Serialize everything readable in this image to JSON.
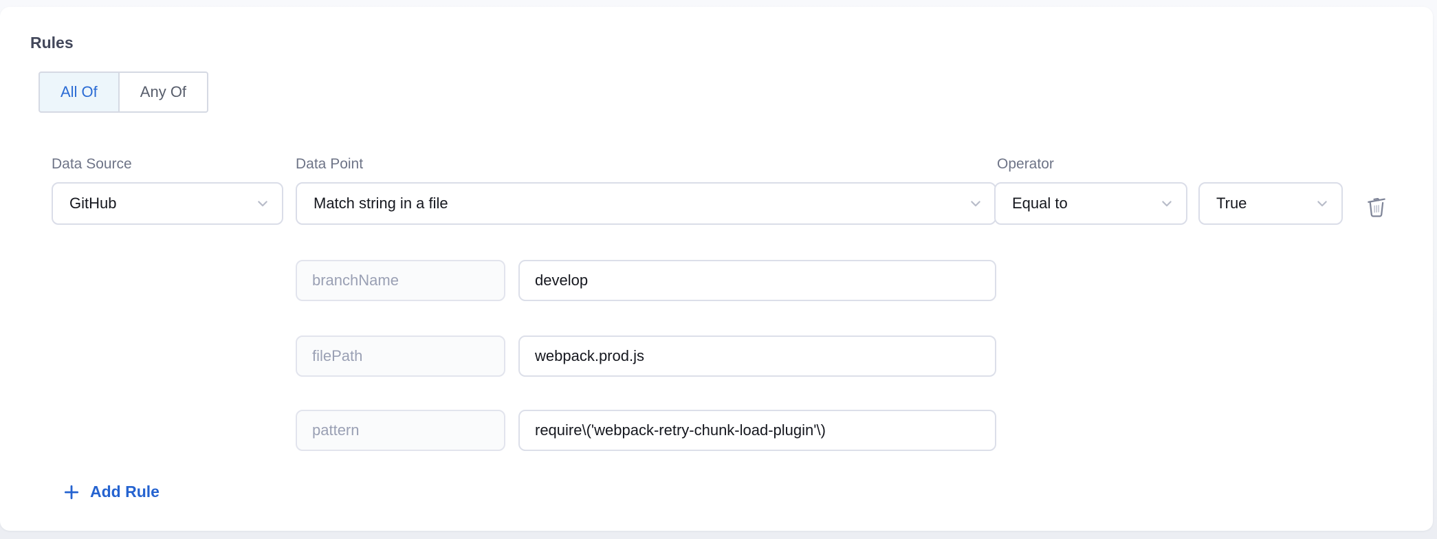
{
  "rules": {
    "heading": "Rules",
    "match_mode": {
      "all_of_label": "All Of",
      "any_of_label": "Any Of",
      "selected": "All Of"
    }
  },
  "rule": {
    "data_source": {
      "label": "Data Source",
      "value": "GitHub"
    },
    "data_point": {
      "label": "Data Point",
      "value": "Match string in a file"
    },
    "operator": {
      "label": "Operator",
      "value": "Equal to"
    },
    "expected_value": {
      "value": "True"
    },
    "delete_icon": "trash-icon",
    "params": [
      {
        "key": "branchName",
        "value": "develop"
      },
      {
        "key": "filePath",
        "value": "webpack.prod.js"
      },
      {
        "key": "pattern",
        "value": "require\\('webpack-retry-chunk-load-plugin'\\)"
      }
    ]
  },
  "add_rule": {
    "label": "Add Rule"
  },
  "colors": {
    "accent_blue": "#2563d0",
    "active_toggle_bg": "#edf6fb",
    "active_toggle_text": "#2a6bd4",
    "card_bg": "#ffffff",
    "page_bg": "#f3f5f8",
    "input_border": "#dcdfe9",
    "disabled_input_bg": "#fafbfc",
    "disabled_input_text": "#9aa0b4",
    "label_text": "#6e7487"
  }
}
